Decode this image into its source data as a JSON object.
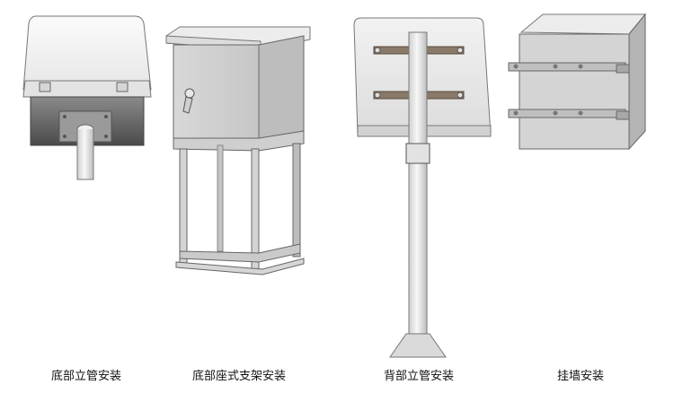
{
  "captions": {
    "bottom_pipe": "底部立管安装",
    "bottom_stand": "底部座式支架安装",
    "back_pipe": "背部立管安装",
    "wall_mount": "挂墙安装"
  }
}
